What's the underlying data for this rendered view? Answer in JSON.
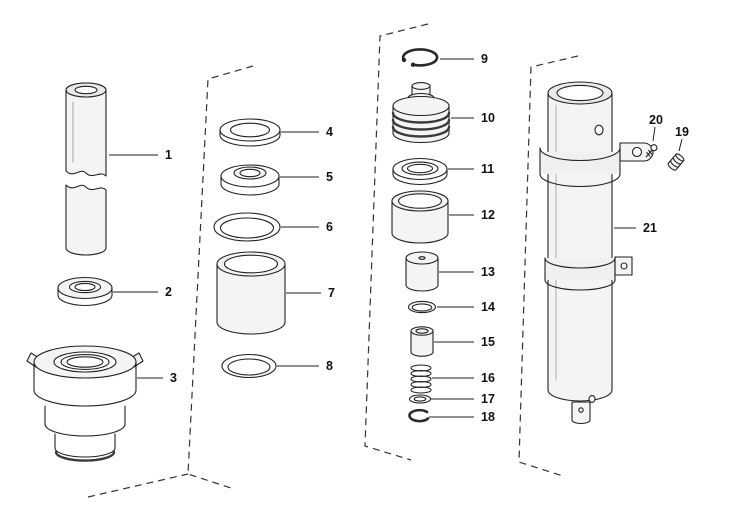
{
  "colors": {
    "background": "#ffffff",
    "line": "#1f1f1f"
  },
  "callouts": [
    {
      "num": "1"
    },
    {
      "num": "2"
    },
    {
      "num": "3"
    },
    {
      "num": "4"
    },
    {
      "num": "5"
    },
    {
      "num": "6"
    },
    {
      "num": "7"
    },
    {
      "num": "8"
    },
    {
      "num": "9"
    },
    {
      "num": "10"
    },
    {
      "num": "11"
    },
    {
      "num": "12"
    },
    {
      "num": "13"
    },
    {
      "num": "14"
    },
    {
      "num": "15"
    },
    {
      "num": "16"
    },
    {
      "num": "17"
    },
    {
      "num": "18"
    },
    {
      "num": "19"
    },
    {
      "num": "20"
    },
    {
      "num": "21"
    }
  ]
}
